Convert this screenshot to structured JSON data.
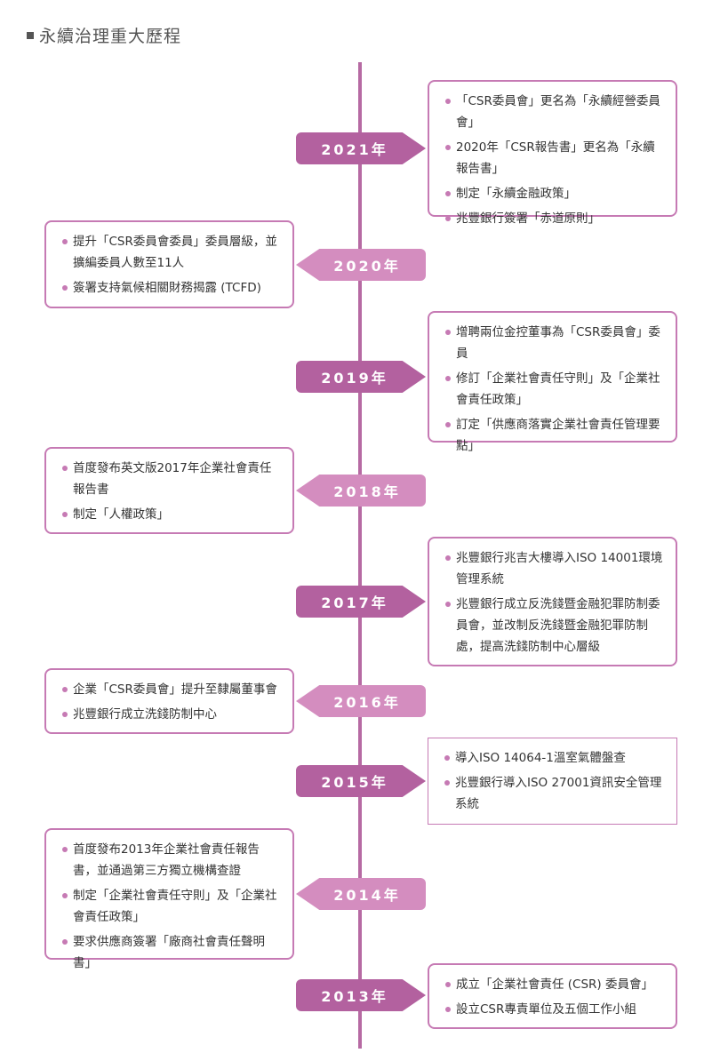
{
  "title": "永續治理重大歷程",
  "colors": {
    "axis": "#b66aa3",
    "right_tag": "#b3619f",
    "left_tag": "#d48dbf",
    "border": "#c67ab4"
  },
  "entries": [
    {
      "year": "2021年",
      "items": [
        "「CSR委員會」更名為「永續經營委員會」",
        "2020年「CSR報告書」更名為「永續報告書」",
        "制定「永續金融政策」",
        "兆豐銀行簽署「赤道原則」"
      ]
    },
    {
      "year": "2020年",
      "items": [
        "提升「CSR委員會委員」委員層級，並擴編委員人數至11人",
        "簽署支持氣候相關財務揭露 (TCFD)"
      ]
    },
    {
      "year": "2019年",
      "items": [
        "增聘兩位金控董事為「CSR委員會」委員",
        "修訂「企業社會責任守則」及「企業社會責任政策」",
        "訂定「供應商落實企業社會責任管理要點」"
      ]
    },
    {
      "year": "2018年",
      "items": [
        "首度發布英文版2017年企業社會責任報告書",
        "制定「人權政策」"
      ]
    },
    {
      "year": "2017年",
      "items": [
        "兆豐銀行兆吉大樓導入ISO 14001環境管理系統",
        "兆豐銀行成立反洗錢暨金融犯罪防制委員會，並改制反洗錢暨金融犯罪防制處，提高洗錢防制中心層級"
      ]
    },
    {
      "year": "2016年",
      "items": [
        "企業「CSR委員會」提升至隸屬董事會",
        "兆豐銀行成立洗錢防制中心"
      ]
    },
    {
      "year": "2015年",
      "items": [
        "導入ISO 14064-1溫室氣體盤查",
        "兆豐銀行導入ISO 27001資訊安全管理系統"
      ]
    },
    {
      "year": "2014年",
      "items": [
        "首度發布2013年企業社會責任報告書，並通過第三方獨立機構查證",
        "制定「企業社會責任守則」及「企業社會責任政策」",
        "要求供應商簽署「廠商社會責任聲明書」"
      ]
    },
    {
      "year": "2013年",
      "items": [
        "成立「企業社會責任 (CSR) 委員會」",
        "設立CSR專責單位及五個工作小組"
      ]
    }
  ]
}
